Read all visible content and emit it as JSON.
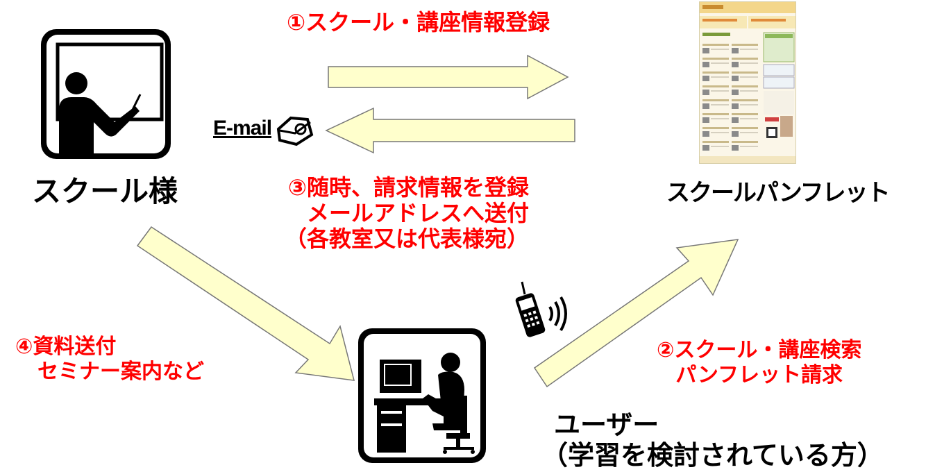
{
  "steps": {
    "step1": "①スクール・講座情報登録",
    "step2_line1": "②スクール・講座検索",
    "step2_line2": "パンフレット請求",
    "step3_line1": "③随時、請求情報を登録",
    "step3_line2": "メールアドレスへ送付",
    "step3_line3": "（各教室又は代表様宛）",
    "step4_line1": "④資料送付",
    "step4_line2": "セミナー案内など"
  },
  "nodes": {
    "school": "スクール様",
    "pamphlet": "スクールパンフレット",
    "user_line1": "ユーザー",
    "user_line2": "（学習を検討されている方）"
  },
  "email_logo_text": "E-mail",
  "icons": {
    "school": "teacher-at-board-icon",
    "user": "person-at-computer-icon",
    "phone": "mobile-phone-icon",
    "email": "email-envelope-icon",
    "pamphlet": "website-screenshot-thumbnail"
  },
  "colors": {
    "step_text": "#ff0000",
    "arrow_fill": "#ffffcc",
    "arrow_stroke": "#777777"
  }
}
